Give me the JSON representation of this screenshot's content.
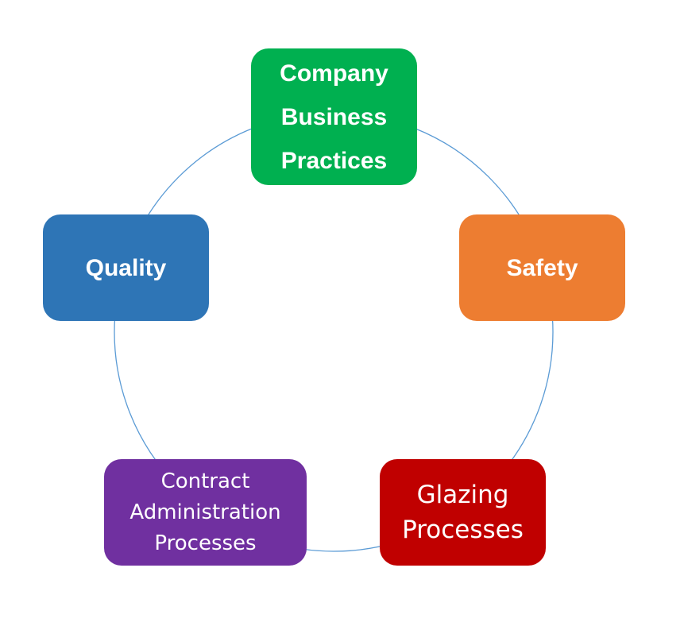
{
  "diagram": {
    "type": "cycle",
    "ring_color": "#5b9bd5",
    "nodes": [
      {
        "id": "company",
        "label": "Company Business Practices",
        "color": "#00b050"
      },
      {
        "id": "safety",
        "label": "Safety",
        "color": "#ed7d31"
      },
      {
        "id": "glazing",
        "label": "Glazing Processes",
        "color": "#c00000"
      },
      {
        "id": "contract",
        "label": "Contract Administration Processes",
        "color": "#7030a0"
      },
      {
        "id": "quality",
        "label": "Quality",
        "color": "#2e75b6"
      }
    ]
  }
}
